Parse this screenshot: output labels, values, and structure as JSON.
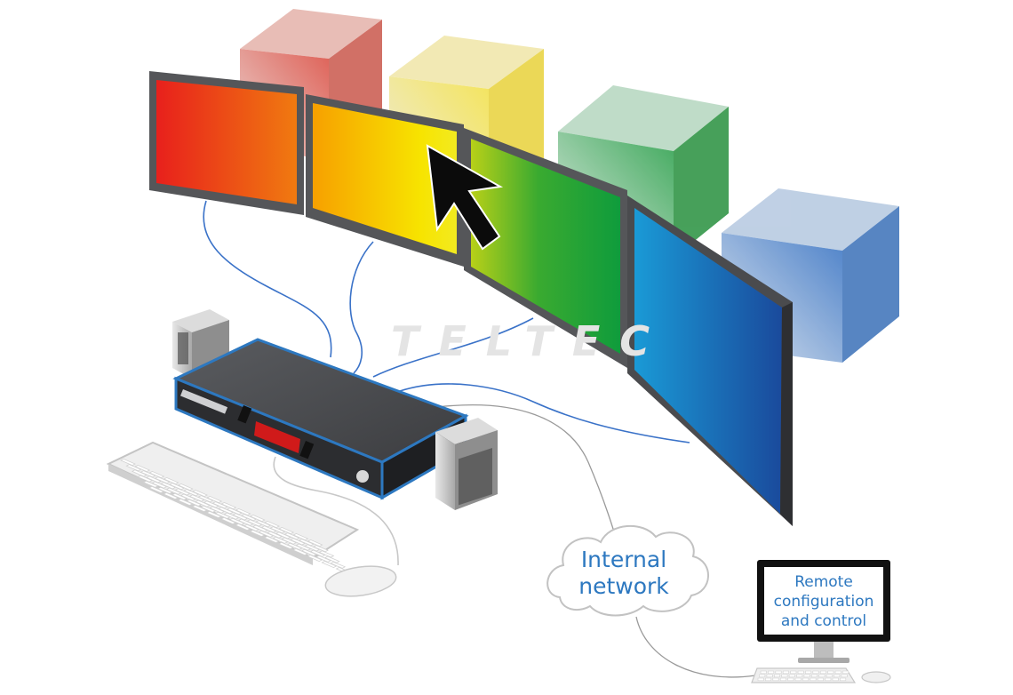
{
  "watermark": "TELTEC",
  "cloud_label": [
    "Internal",
    "network"
  ],
  "remote_label": [
    "Remote",
    "configuration",
    "and control"
  ],
  "colors": {
    "red": "#e8201c",
    "orange": "#f07a10",
    "yellow": "#f7e400",
    "green": "#0f9c3c",
    "lime": "#a4c81c",
    "blue": "#1e86c8",
    "navy": "#1a4a9c",
    "cable": "#3a72c8",
    "label_blue": "#2d78c0"
  },
  "icons": [
    "mouse-pointer-icon",
    "cloud-icon",
    "speaker-icon",
    "keyboard-icon",
    "mouse-icon",
    "monitor-icon"
  ]
}
